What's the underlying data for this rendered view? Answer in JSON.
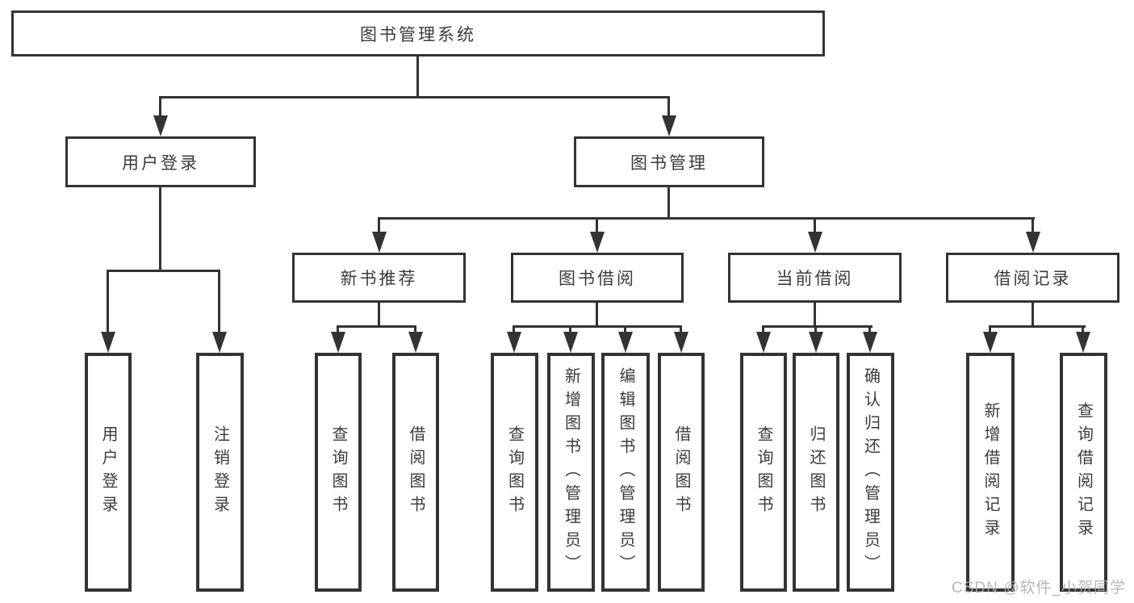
{
  "colors": {
    "line": "#333333",
    "text": "#3b3b3b",
    "watermark": "#afafaf",
    "background": "#ffffff"
  },
  "tree": {
    "root": "图书管理系统",
    "children": [
      {
        "label": "用户登录",
        "children": [
          {
            "label": "用户登录"
          },
          {
            "label": "注销登录"
          }
        ]
      },
      {
        "label": "图书管理",
        "children": [
          {
            "label": "新书推荐",
            "children": [
              {
                "label": "查询图书"
              },
              {
                "label": "借阅图书"
              }
            ]
          },
          {
            "label": "图书借阅",
            "children": [
              {
                "label": "查询图书"
              },
              {
                "label": "新增图书（管理员）"
              },
              {
                "label": "编辑图书（管理员）"
              },
              {
                "label": "借阅图书"
              }
            ]
          },
          {
            "label": "当前借阅",
            "children": [
              {
                "label": "查询图书"
              },
              {
                "label": "归还图书"
              },
              {
                "label": "确认归还（管理员）"
              }
            ]
          },
          {
            "label": "借阅记录",
            "children": [
              {
                "label": "新增借阅记录"
              },
              {
                "label": "查询借阅记录"
              }
            ]
          }
        ]
      }
    ]
  },
  "watermark": {
    "text": "CSDN @软件_小贺同学"
  }
}
